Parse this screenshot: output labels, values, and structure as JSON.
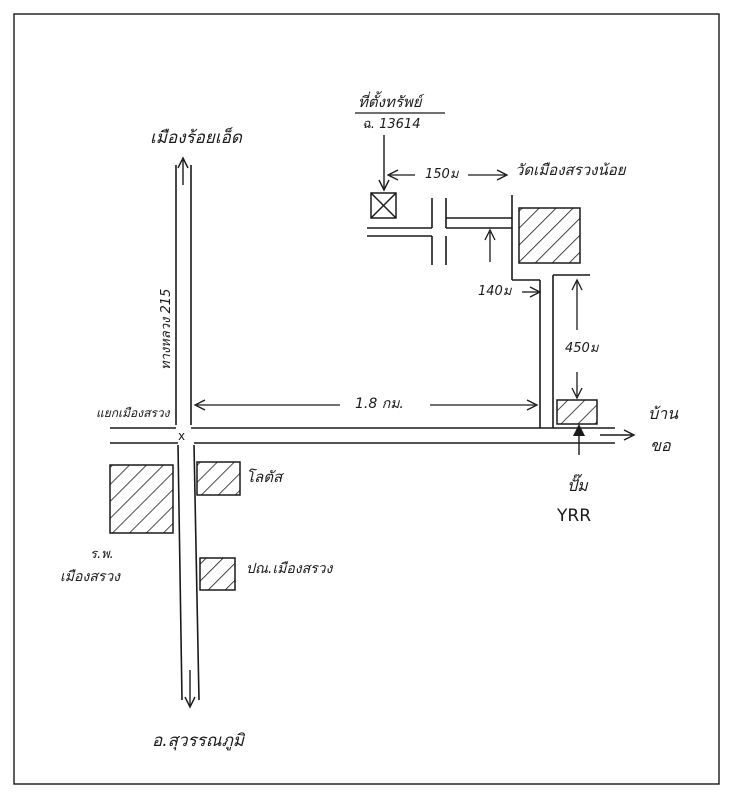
{
  "colors": {
    "ink": "#1a1a1a",
    "paper": "#ffffff"
  },
  "labels": {
    "north_destination": "เมืองร้อยเอ็ด",
    "south_destination": "อ.สุวรรณภูมิ",
    "highway": "ทางหลวง 215",
    "junction": "แยกเมืองสรวง",
    "distance_junction_to_station": "1.8 กม.",
    "east_destination_line1": "บ้าน",
    "east_destination_line2": "ขอ",
    "property_label": "ที่ตั้งทรัพย์",
    "property_deed": "ฉ. 13614",
    "temple": "วัดเมืองสรวงน้อย",
    "distance_property_to_temple": "150ม",
    "distance_side_road": "140ม",
    "distance_to_main_road": "450ม",
    "gas_station_line1": "ปั๊ม",
    "gas_station_line2": "YRR",
    "lotus": "โลตัส",
    "hospital_line1": "ร.พ.",
    "hospital_line2": "เมืองสรวง",
    "post_office": "ปณ.เมืองสรวง"
  },
  "icons": [
    "north-arrow-icon",
    "south-arrow-icon",
    "east-arrow-icon",
    "property-marker-icon",
    "gas-station-icon"
  ]
}
